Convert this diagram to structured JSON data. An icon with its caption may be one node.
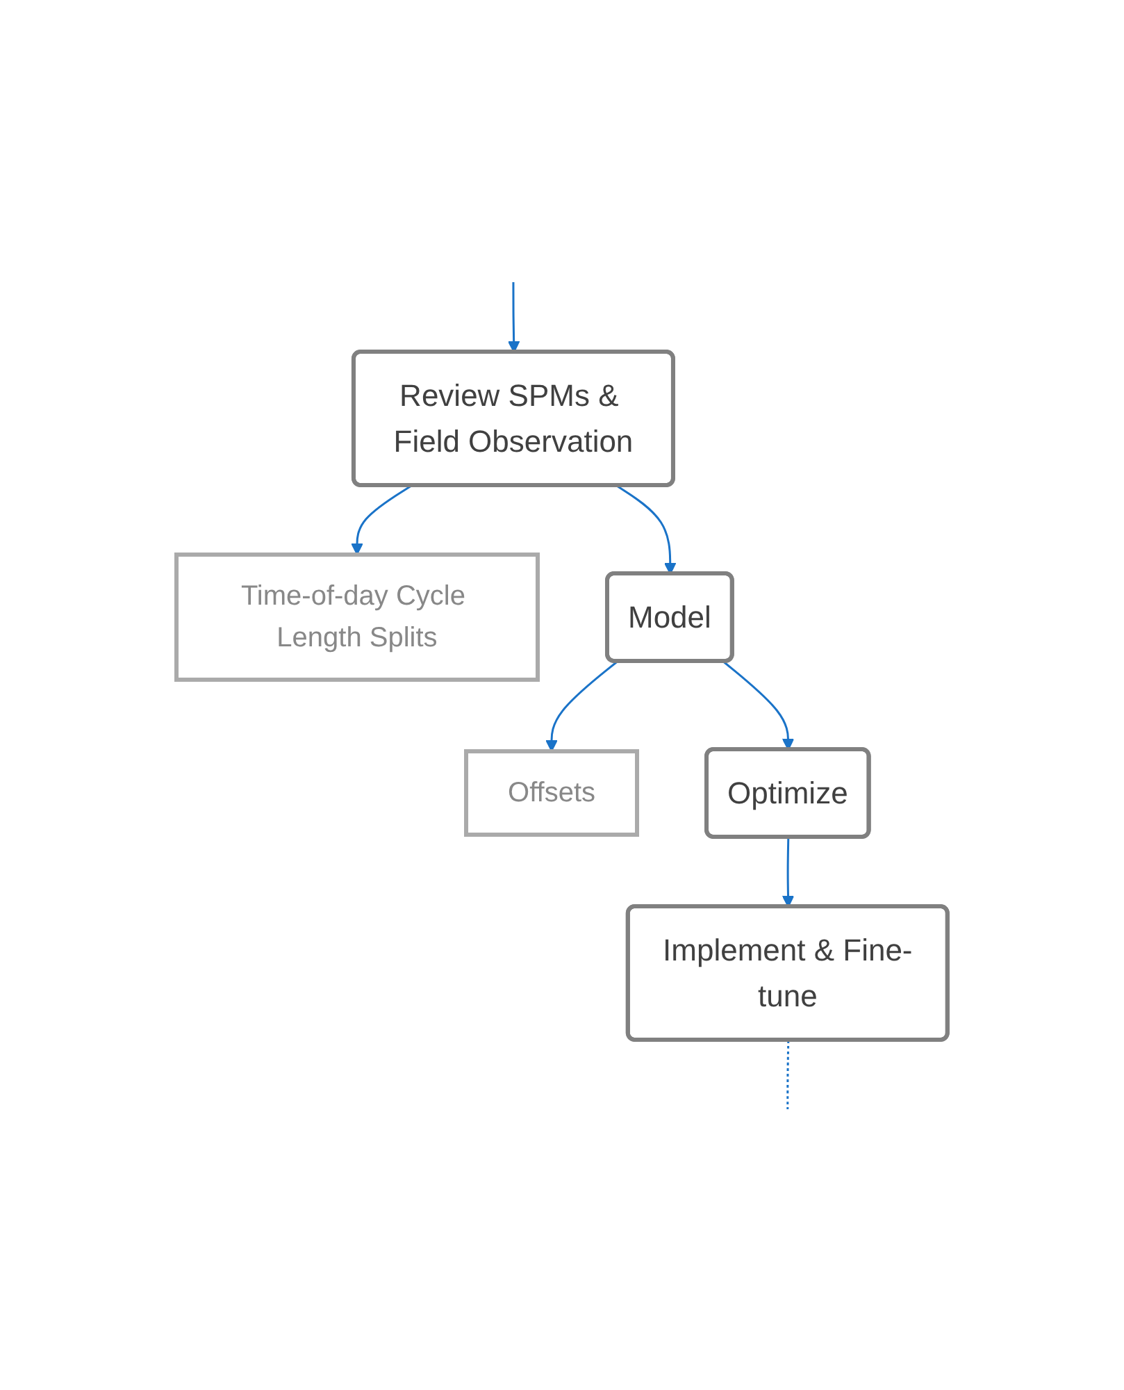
{
  "diagram": {
    "nodes": [
      {
        "text": [
          "Review SPMs & Field Observation"
        ]
      },
      {
        "text": [
          "Time-of-day Cycle Length Splits"
        ]
      },
      {
        "text": [
          "Model"
        ]
      },
      {
        "text": [
          "Offsets"
        ]
      },
      {
        "text": [
          "Optimize"
        ]
      },
      {
        "text": [
          "Implement & Fine-tune"
        ]
      }
    ],
    "edges": [
      {
        "from": null,
        "to": 0,
        "arrow": "to"
      },
      {
        "from": 0,
        "to": 1,
        "arrow": "to"
      },
      {
        "from": 0,
        "to": 2,
        "arrow": "to"
      },
      {
        "from": 2,
        "to": 3,
        "arrow": "to"
      },
      {
        "from": 2,
        "to": 4,
        "arrow": "to"
      },
      {
        "from": 4,
        "to": 5,
        "arrow": "to"
      },
      {
        "from": 5,
        "to": null,
        "arrow": "none",
        "style": "dashed"
      }
    ]
  }
}
